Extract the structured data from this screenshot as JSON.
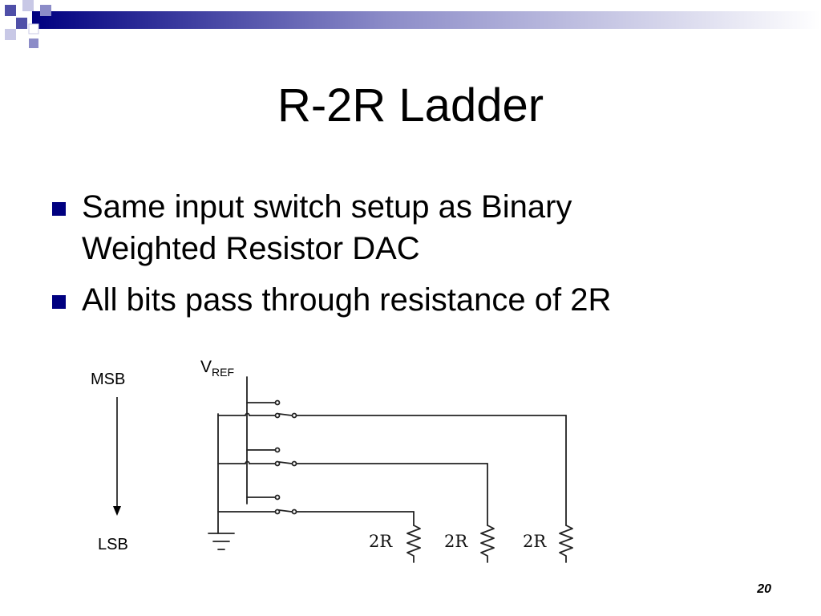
{
  "slide": {
    "title": "R-2R Ladder",
    "bullets": [
      "Same input switch setup as Binary Weighted Resistor DAC",
      "All bits pass through resistance of 2R"
    ],
    "page_number": "20"
  },
  "diagram": {
    "msb_label": "MSB",
    "lsb_label": "LSB",
    "vref_main": "V",
    "vref_sub": "REF",
    "resistor_labels": [
      "2R",
      "2R",
      "2R"
    ]
  },
  "colors": {
    "accent": "#000080",
    "accent_light": "#8080c8"
  }
}
